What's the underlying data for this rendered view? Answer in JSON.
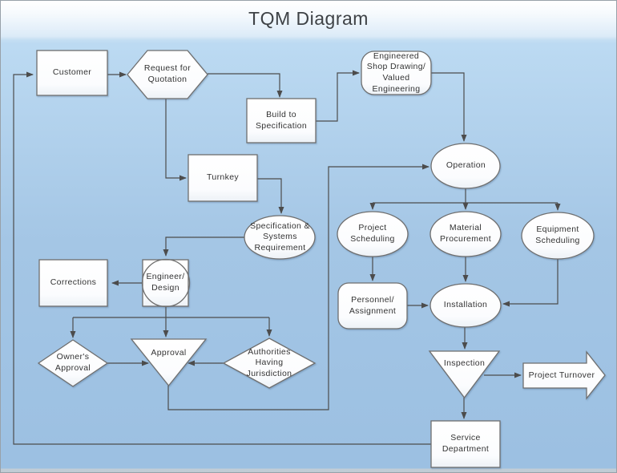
{
  "title": "TQM Diagram",
  "colors": {
    "background_top": "#ffffff",
    "background_main": "#bddcf3",
    "background_bottom": "#9cc0e2",
    "shape_fill": "#ffffff",
    "shape_border": "#6e6e6e",
    "connector": "#4c4c4c",
    "text": "#333333",
    "title_text": "#3e4246"
  },
  "nodes": {
    "customer": {
      "label": "Customer",
      "shape": "rectangle"
    },
    "request_for_quotation": {
      "label": "Request for\nQuotation",
      "shape": "hexagon"
    },
    "build_to_specification": {
      "label": "Build to\nSpecification",
      "shape": "rectangle"
    },
    "engineered_shop_drawing": {
      "label": "Engineered\nShop Drawing/\nValued\nEngineering",
      "shape": "rounded-rectangle"
    },
    "turnkey": {
      "label": "Turnkey",
      "shape": "rectangle"
    },
    "operation": {
      "label": "Operation",
      "shape": "ellipse"
    },
    "specification_systems": {
      "label": "Specification &\nSystems\nRequirement",
      "shape": "ellipse"
    },
    "project_scheduling": {
      "label": "Project\nScheduling",
      "shape": "ellipse"
    },
    "material_procurement": {
      "label": "Material\nProcurement",
      "shape": "ellipse"
    },
    "equipment_scheduling": {
      "label": "Equipment\nScheduling",
      "shape": "ellipse"
    },
    "corrections": {
      "label": "Corrections",
      "shape": "rectangle"
    },
    "engineer_design": {
      "label": "Engineer/\nDesign",
      "shape": "circle-in-square"
    },
    "personnel_assignment": {
      "label": "Personnel/\nAssignment",
      "shape": "rounded-rectangle"
    },
    "installation": {
      "label": "Installation",
      "shape": "ellipse"
    },
    "owners_approval": {
      "label": "Owner's\nApproval",
      "shape": "diamond"
    },
    "approval": {
      "label": "Approval",
      "shape": "inverted-triangle"
    },
    "authorities_having_jurisdiction": {
      "label": "Authorities\nHaving\nJurisdiction",
      "shape": "diamond"
    },
    "inspection": {
      "label": "Inspection",
      "shape": "inverted-triangle"
    },
    "project_turnover": {
      "label": "Project Turnover",
      "shape": "right-arrow"
    },
    "service_department": {
      "label": "Service\nDepartment",
      "shape": "rectangle"
    }
  },
  "edges": [
    {
      "from": "customer",
      "to": "request_for_quotation"
    },
    {
      "from": "request_for_quotation",
      "to": "build_to_specification"
    },
    {
      "from": "request_for_quotation",
      "to": "turnkey"
    },
    {
      "from": "build_to_specification",
      "to": "engineered_shop_drawing"
    },
    {
      "from": "engineered_shop_drawing",
      "to": "operation"
    },
    {
      "from": "operation",
      "to": "project_scheduling"
    },
    {
      "from": "operation",
      "to": "material_procurement"
    },
    {
      "from": "operation",
      "to": "equipment_scheduling"
    },
    {
      "from": "project_scheduling",
      "to": "personnel_assignment"
    },
    {
      "from": "material_procurement",
      "to": "installation"
    },
    {
      "from": "equipment_scheduling",
      "to": "installation"
    },
    {
      "from": "personnel_assignment",
      "to": "installation"
    },
    {
      "from": "installation",
      "to": "inspection"
    },
    {
      "from": "inspection",
      "to": "project_turnover"
    },
    {
      "from": "inspection",
      "to": "service_department"
    },
    {
      "from": "service_department",
      "to": "customer"
    },
    {
      "from": "turnkey",
      "to": "specification_systems"
    },
    {
      "from": "specification_systems",
      "to": "engineer_design"
    },
    {
      "from": "engineer_design",
      "to": "corrections"
    },
    {
      "from": "engineer_design",
      "to": "approval"
    },
    {
      "from": "engineer_design",
      "to": "owners_approval"
    },
    {
      "from": "engineer_design",
      "to": "authorities_having_jurisdiction"
    },
    {
      "from": "owners_approval",
      "to": "approval"
    },
    {
      "from": "authorities_having_jurisdiction",
      "to": "approval"
    },
    {
      "from": "approval",
      "to": "operation"
    }
  ]
}
